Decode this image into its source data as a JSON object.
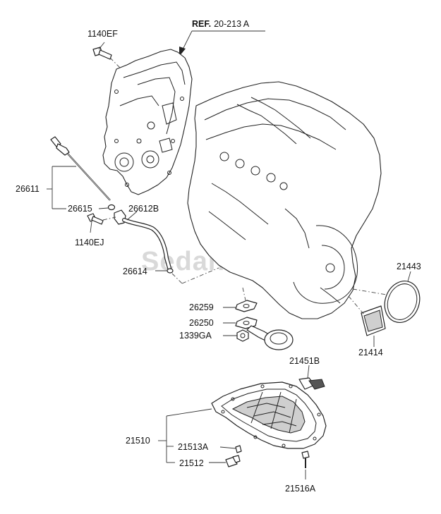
{
  "watermark": "SedanViet.vn",
  "reference": {
    "prefix": "REF.",
    "number": "20-213 A"
  },
  "callouts": {
    "bolt_top": "1140EF",
    "dipstick_assy": "26611",
    "oring_small": "26615",
    "dipstick_guide": "26612B",
    "bolt_guide": "1140EJ",
    "oring_guide": "26614",
    "gasket_strainer": "26259",
    "oil_strainer": "26250",
    "nut": "1339GA",
    "transmission_seal": "21443",
    "transmission_filter": "21414",
    "baffle": "21451B",
    "oil_pan": "21510",
    "drain_gasket": "21513A",
    "drain_plug": "21512",
    "pan_bolt": "21516A"
  }
}
